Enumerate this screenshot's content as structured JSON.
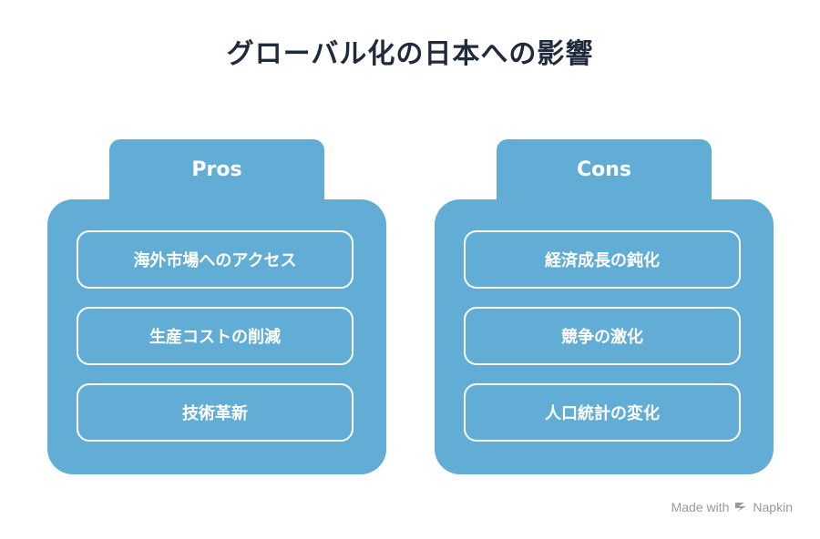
{
  "title": "グローバル化の日本への影響",
  "pros": {
    "label": "Pros",
    "items": [
      "海外市場へのアクセス",
      "生産コストの削減",
      "技術革新"
    ]
  },
  "cons": {
    "label": "Cons",
    "items": [
      "経済成長の鈍化",
      "競争の激化",
      "人口統計の変化"
    ]
  },
  "watermark": {
    "made_with": "Made with",
    "brand": "Napkin"
  },
  "colors": {
    "panel": "#62add6",
    "title": "#1f2a3c"
  }
}
